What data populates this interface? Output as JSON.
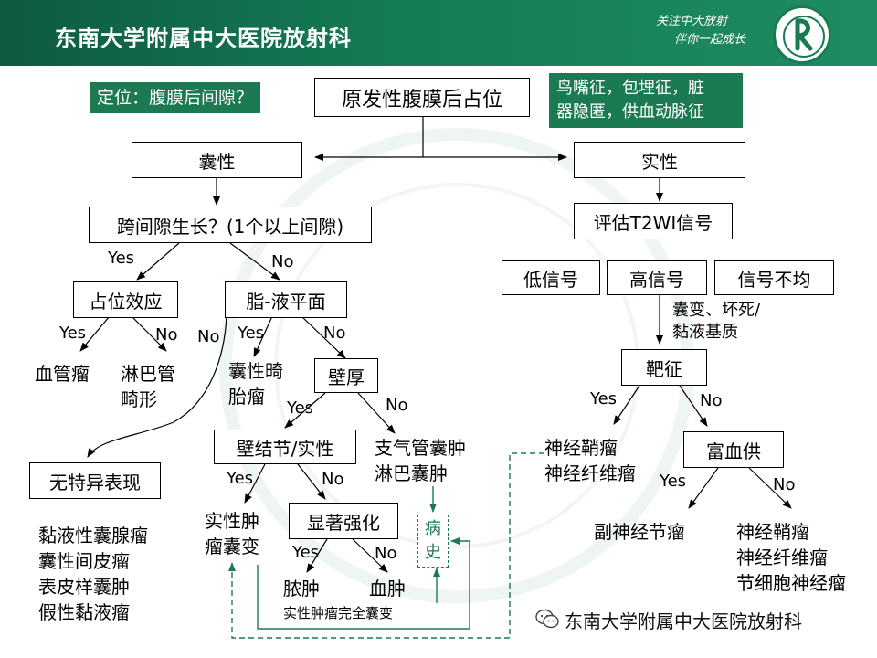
{
  "header": {
    "title": "东南大学附属中大医院放射科",
    "slogan_line1": "关注中大放射",
    "slogan_line2": "伴你一起成长"
  },
  "colors": {
    "brand_green": "#1b7a52",
    "header_dark": "#0d5b3f"
  },
  "diagram": {
    "root": "原发性腹膜后占位",
    "location_note": "定位：腹膜后间隙？",
    "signs_note_line1": "鸟嘴征，包埋征，脏",
    "signs_note_line2": "器隐匿，供血动脉征",
    "cystic": "囊性",
    "solid": "实性",
    "cross_space": "跨间隙生长？(1个以上间隙)",
    "mass_effect": "占位效应",
    "fat_fluid": "脂-液平面",
    "hemangioma": "血管瘤",
    "lymphangioma_line1": "淋巴管",
    "lymphangioma_line2": "畸形",
    "cystic_teratoma_line1": "囊性畸",
    "cystic_teratoma_line2": "胎瘤",
    "wall_thick": "壁厚",
    "no_specific": "无特异表现",
    "no_specific_list": [
      "黏液性囊腺瘤",
      "囊性间皮瘤",
      "表皮样囊肿",
      "假性黏液瘤"
    ],
    "wall_nodule": "壁结节/实性",
    "bronchogenic_line1": "支气管囊肿",
    "bronchogenic_line2": "淋巴囊肿",
    "solid_cystic_line1": "实性肿",
    "solid_cystic_line2": "瘤囊变",
    "marked_enh": "显著强化",
    "abscess": "脓肿",
    "hematoma": "血肿",
    "complete_cystic": "实性肿瘤完全囊变",
    "history_line1": "病",
    "history_line2": "史",
    "t2wi": "评估T2WI信号",
    "low_signal": "低信号",
    "high_signal": "高信号",
    "uneven_signal": "信号不均",
    "high_note_line1": "囊变、坏死/",
    "high_note_line2": "黏液基质",
    "target_sign": "靶征",
    "schwannoma_nf_line1": "神经鞘瘤",
    "schwannoma_nf_line2": "神经纤维瘤",
    "hypervascular": "富血供",
    "paraganglioma": "副神经节瘤",
    "final_list": [
      "神经鞘瘤",
      "神经纤维瘤",
      "节细胞神经瘤"
    ],
    "yes": "Yes",
    "no": "No"
  },
  "footer": {
    "wechat_account": "东南大学附属中大医院放射科"
  }
}
